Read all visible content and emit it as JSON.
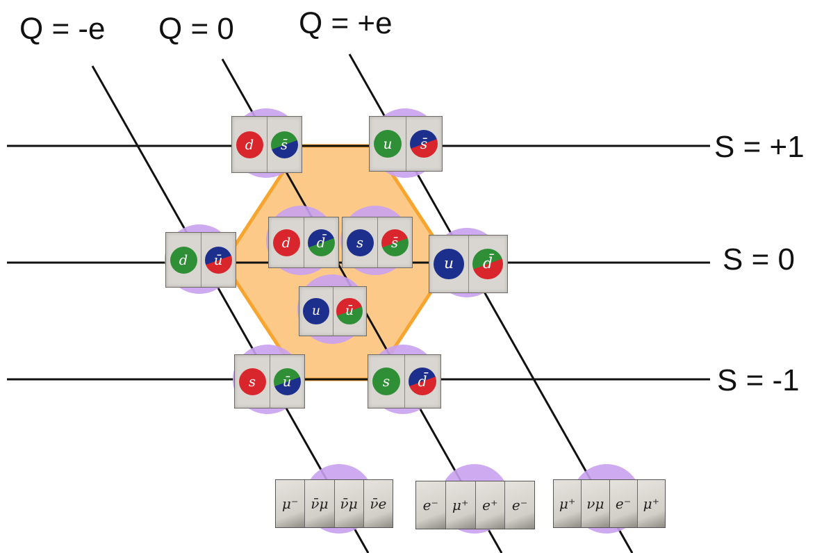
{
  "charge_labels": [
    "Q = -e",
    "Q = 0",
    "Q = +e"
  ],
  "strangeness_labels": [
    "S = +1",
    "S = 0",
    "S = -1"
  ],
  "colors": {
    "hexagon_fill": "#fdc988",
    "hexagon_stroke": "#f7a52e",
    "halo": "#c9a2f0",
    "red": "#d8262c",
    "green": "#2f8f36",
    "blue": "#1d2f8c"
  },
  "mesons": [
    {
      "quark": "d",
      "antiquark": "s̄",
      "quark_color": "red",
      "antiquark_colors": [
        "green",
        "blue"
      ]
    },
    {
      "quark": "u",
      "antiquark": "s̄",
      "quark_color": "green",
      "antiquark_colors": [
        "blue",
        "red"
      ]
    },
    {
      "quark": "d",
      "antiquark": "ū",
      "quark_color": "green",
      "antiquark_colors": [
        "blue",
        "red"
      ]
    },
    {
      "quark": "d",
      "antiquark": "d̄",
      "quark_color": "red",
      "antiquark_colors": [
        "blue",
        "green"
      ]
    },
    {
      "quark": "s",
      "antiquark": "s̄",
      "quark_color": "blue",
      "antiquark_colors": [
        "red",
        "green"
      ]
    },
    {
      "quark": "u",
      "antiquark": "d̄",
      "quark_color": "blue",
      "antiquark_colors": [
        "green",
        "red"
      ]
    },
    {
      "quark": "u",
      "antiquark": "ū",
      "quark_color": "blue",
      "antiquark_colors": [
        "red",
        "green"
      ]
    },
    {
      "quark": "s",
      "antiquark": "ū",
      "quark_color": "red",
      "antiquark_colors": [
        "green",
        "blue"
      ]
    },
    {
      "quark": "s",
      "antiquark": "d̄",
      "quark_color": "green",
      "antiquark_colors": [
        "blue",
        "red"
      ]
    }
  ],
  "lepton_groups": [
    {
      "particles": [
        "μ⁻",
        "ν̄μ",
        "ν̄μ",
        "ν̄e"
      ]
    },
    {
      "particles": [
        "e⁻",
        "μ⁺",
        "e⁺",
        "e⁻"
      ]
    },
    {
      "particles": [
        "μ⁺",
        "νμ",
        "e⁻",
        "μ⁺"
      ]
    }
  ]
}
